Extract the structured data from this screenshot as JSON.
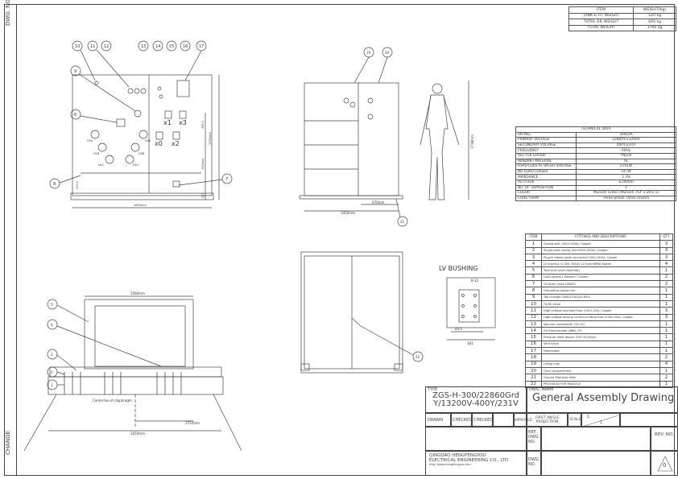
{
  "margin": {
    "dwg_no": "DWG. NO.",
    "change": "CHANGE"
  },
  "weights": {
    "headers": [
      "ITEM",
      "WEIGHT(Kg)"
    ],
    "rows": [
      [
        "TANK & FIT WEIGHT",
        "520 kg"
      ],
      [
        "TOTAL OIL WEIGHT",
        "695 kg"
      ],
      [
        "TOTAL WEIGHT",
        "1760 kg"
      ]
    ]
  },
  "technical_data": {
    "title": "TECHNICAL DATA",
    "rows": [
      [
        "RATING",
        "300kVA"
      ],
      [
        "PRIMARY VOLTAGE",
        "22860Y/13200V"
      ],
      [
        "SECONDARY VOLTAGE",
        "400Y/231V"
      ],
      [
        "FREQUENCY",
        "60Hz"
      ],
      [
        "VECTOR GROUP",
        "YNyn0"
      ],
      [
        "WINDING MATERIAL",
        "AL"
      ],
      [
        "LOAD LOSS AT RATED VOLTAGE",
        "2191W"
      ],
      [
        "NO LOAD LOSSES",
        "547W"
      ],
      [
        "IMPEDANCE",
        "3.3%"
      ],
      [
        "ALTITUDE",
        "≤1000m"
      ],
      [
        "No. OF TAPPOSITION",
        "5"
      ],
      [
        "COLOR",
        "Munsell Green (Munsell 7GY 3.29/1.5)"
      ],
      [
        "CORE FORM",
        "Three-phase Three column"
      ]
    ]
  },
  "fittings": {
    "headers": [
      "ITEM",
      "FITTINGS AND DESCRIPTIONS",
      "QTY"
    ],
    "rows": [
      [
        "1",
        "Casing well (15kV,200A), Cooper",
        "3"
      ],
      [
        "2",
        "Single-pass casing (mini25kV,200A), Cooper",
        "3"
      ],
      [
        "3",
        "Plug-in elbow cable connector(15kV,200A), Cooper",
        "3"
      ],
      [
        "4",
        "LV bushing (1.0kV, 600A) 12 hole NEMA Spade",
        "4"
      ],
      [
        "5",
        "Tank and cover assembly",
        "1"
      ],
      [
        "6",
        "Load switch(L Position T blade)",
        "2"
      ],
      [
        "7",
        "Oil drain valve (DN25)",
        "2"
      ],
      [
        "8",
        "Grounding copper bar",
        "1"
      ],
      [
        "9",
        "Tap changer (WSLII3-63/20-6X5)",
        "1"
      ],
      [
        "10",
        "Oil fill valve",
        "1"
      ],
      [
        "11",
        "High voltage overload fuse (13kV,25A), Cooper",
        "3"
      ],
      [
        "12",
        "High voltage backup current-limiting fuse (23kV,50A), Cooper",
        "3"
      ],
      [
        "13",
        "Vacuum manometer (YZ-70)",
        "1"
      ],
      [
        "14",
        "Oil thermometer (BWS-75)",
        "1"
      ],
      [
        "15",
        "Pressure relief device (YZF-35/25kU)",
        "1"
      ],
      [
        "16",
        "Vent valve",
        "1"
      ],
      [
        "17",
        "Nameplate",
        "1"
      ],
      [
        "18",
        "",
        "2"
      ],
      [
        "19",
        "Lifting lugs",
        "4"
      ],
      [
        "20",
        "Front compartment",
        "1"
      ],
      [
        "21",
        "Ground Stainless steel",
        "2"
      ],
      [
        "22",
        "PROVISION FOR PADLOCK",
        "1"
      ]
    ]
  },
  "title_block": {
    "type_label": "TYPE",
    "type_line1": "ZGS-H-300/22860Grd",
    "type_line2": "Y/13200V-400Y/231V",
    "dwg_name_label": "DWG. NAME",
    "dwg_name": "General Assembly Drawing",
    "drawn": "DRAWN",
    "checked1": "CHECKED",
    "checked2": "CHECKED",
    "approved": "APPROVED",
    "projection": "FIRST ANGLE PROJECTION",
    "scale": "SCALE",
    "scale_num": "1",
    "scale_den": "1",
    "ref_dwg_no": "REF. DWG. NO.",
    "rev_no": "REV. NO.",
    "company1": "QINGDAO HENGFENGYOU",
    "company2": "ELECTRICAL ENGINEERING CO., LTD.",
    "website": "http://www.hengfengyou.com",
    "dwg_no": "DWG. NO.",
    "rev": "0"
  },
  "drawing": {
    "front_balloons": [
      "10",
      "11",
      "12",
      "13",
      "14",
      "15",
      "16",
      "17",
      "9",
      "6",
      "8",
      "7"
    ],
    "front_labels": {
      "x1": "x1",
      "x3": "x3",
      "x0": "x0",
      "x2": "x2",
      "h1a": "H1A",
      "h2a": "H2A",
      "h1b": "H1B",
      "h2b": "H2B",
      "h1c": "H1C",
      "h2c": "H2C",
      "width": "1650mm",
      "height": "1750mm",
      "d600": "600mm",
      "d395": "395.1",
      "d323": "323.1",
      "d151": "151"
    },
    "side_balloons": [
      "19",
      "20",
      "21"
    ],
    "side_labels": {
      "width": "1450mm",
      "d670": "670mm",
      "person_height": "1738mm"
    },
    "rear_balloon": "22",
    "lv_bushing": {
      "title": "LV BUSHING",
      "d181": "181",
      "d12": "8-12",
      "d44": "44.5"
    },
    "plan_balloons": [
      "5",
      "4",
      "3",
      "2",
      "1"
    ],
    "plan_labels": {
      "d1560": "1560mm",
      "d1752": "1752mm",
      "d1650": "1650mm",
      "centerline": "Centerline of diaphragm"
    }
  }
}
